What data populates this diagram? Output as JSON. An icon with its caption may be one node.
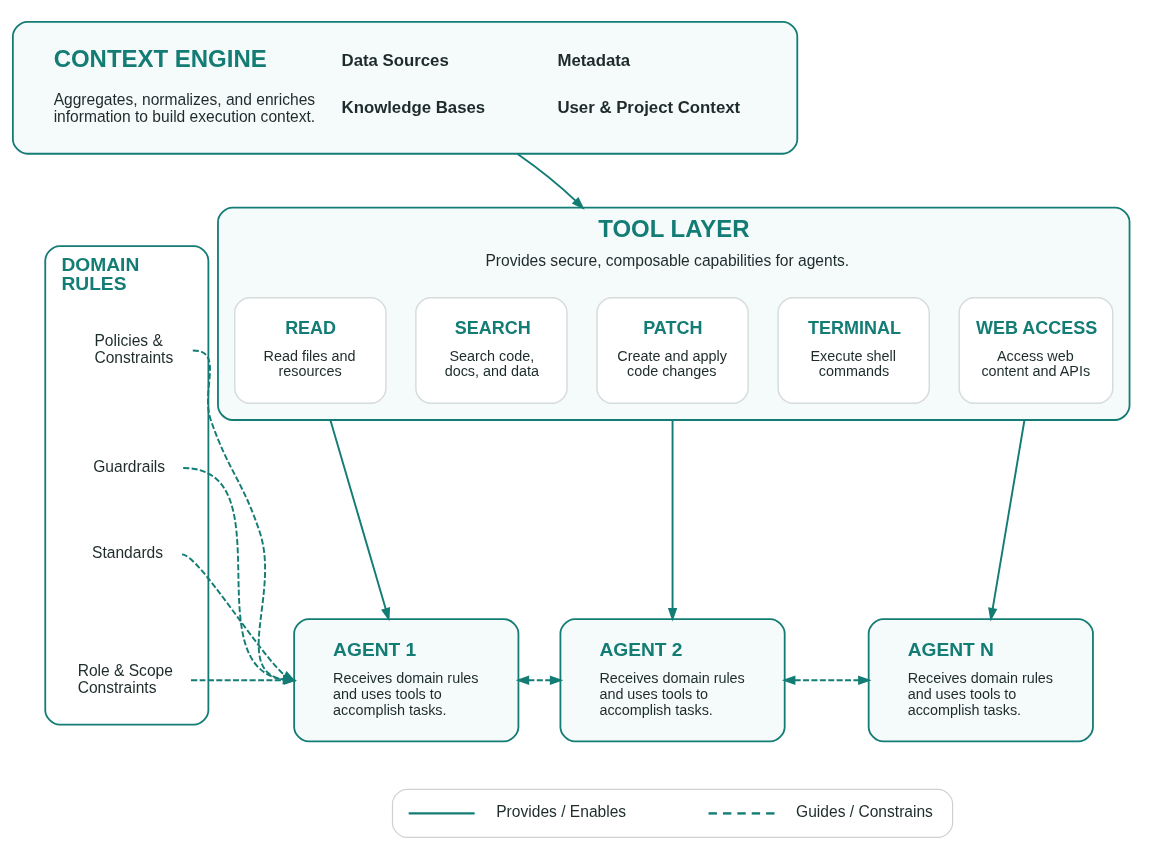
{
  "diagram": {
    "nodes": [
      {
        "text": [
          "CONTEXT ENGINE",
          "Aggregates, normalizes, and enriches information to build execution context.",
          "Data Sources",
          "Metadata",
          "Knowledge Bases",
          "User & Project Context"
        ]
      },
      {
        "text": [
          "TOOL LAYER",
          "Provides secure, composable capabilities for agents."
        ]
      },
      {
        "text": [
          "READ",
          "Read files and resources"
        ],
        "in": 1
      },
      {
        "text": [
          "SEARCH",
          "Search code, docs, and data"
        ],
        "in": 1
      },
      {
        "text": [
          "PATCH",
          "Create and apply code changes"
        ],
        "in": 1
      },
      {
        "text": [
          "TERMINAL",
          "Execute shell commands"
        ],
        "in": 1
      },
      {
        "text": [
          "WEB ACCESS",
          "Access web content and APIs"
        ],
        "in": 1
      },
      {
        "text": [
          "DOMAIN RULES"
        ]
      },
      {
        "text": [
          "Policies & Constraints"
        ],
        "in": 7
      },
      {
        "text": [
          "Guardrails"
        ],
        "in": 7
      },
      {
        "text": [
          "Standards"
        ],
        "in": 7
      },
      {
        "text": [
          "Role & Scope Constraints"
        ],
        "in": 7
      },
      {
        "text": [
          "AGENT 1",
          "Receives domain rules and uses tools to accomplish tasks."
        ]
      },
      {
        "text": [
          "AGENT 2",
          "Receives domain rules and uses tools to accomplish tasks."
        ]
      },
      {
        "text": [
          "AGENT N",
          "Receives domain rules and uses tools to accomplish tasks."
        ]
      }
    ],
    "edges": [
      {
        "from": 0,
        "to": 1,
        "arrow": "to"
      },
      {
        "from": 1,
        "to": 12,
        "arrow": "to"
      },
      {
        "from": 1,
        "to": 13,
        "arrow": "to"
      },
      {
        "from": 1,
        "to": 14,
        "arrow": "to"
      },
      {
        "from": 8,
        "to": 12,
        "arrow": "to",
        "style": "dashed"
      },
      {
        "from": 9,
        "to": 12,
        "arrow": "to",
        "style": "dashed"
      },
      {
        "from": 10,
        "to": 12,
        "arrow": "to",
        "style": "dashed"
      },
      {
        "from": 11,
        "to": 12,
        "arrow": "to",
        "style": "dashed"
      },
      {
        "from": 12,
        "to": 13,
        "arrow": "both",
        "style": "dashed"
      },
      {
        "from": 13,
        "to": 14,
        "arrow": "both",
        "style": "dashed"
      }
    ],
    "legend": [
      {
        "text": "Provides / Enables"
      },
      {
        "text": "Guides / Constrains"
      }
    ]
  }
}
